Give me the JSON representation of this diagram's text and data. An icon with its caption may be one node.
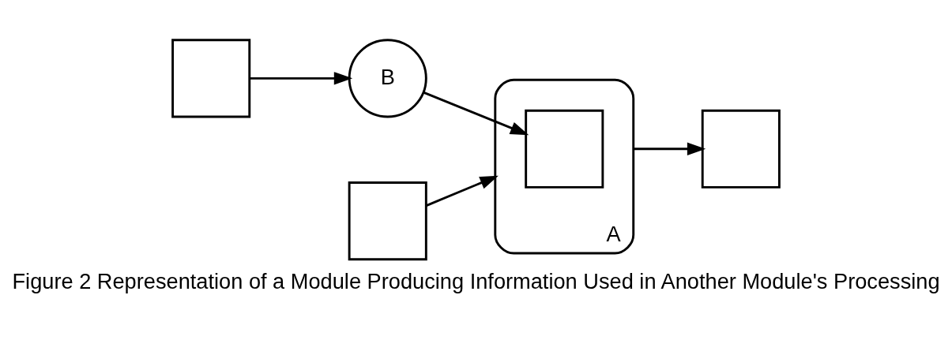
{
  "diagram": {
    "caption": "Figure 2 Representation of a Module Producing Information Used in Another Module's Processing",
    "nodes": [
      {
        "text": [],
        "shape": "box"
      },
      {
        "text": [
          "B"
        ]
      },
      {
        "text": [
          "A"
        ]
      },
      {
        "text": [],
        "shape": "box",
        "in": 2
      },
      {
        "text": [],
        "shape": "box"
      },
      {
        "text": [],
        "shape": "box"
      }
    ],
    "edges": [
      {
        "from": 0,
        "to": 1,
        "arrow": "to"
      },
      {
        "from": 1,
        "to": 3,
        "arrow": "to"
      },
      {
        "from": 5,
        "to": 2,
        "arrow": "to"
      },
      {
        "from": 2,
        "to": 4,
        "arrow": "to"
      }
    ]
  }
}
